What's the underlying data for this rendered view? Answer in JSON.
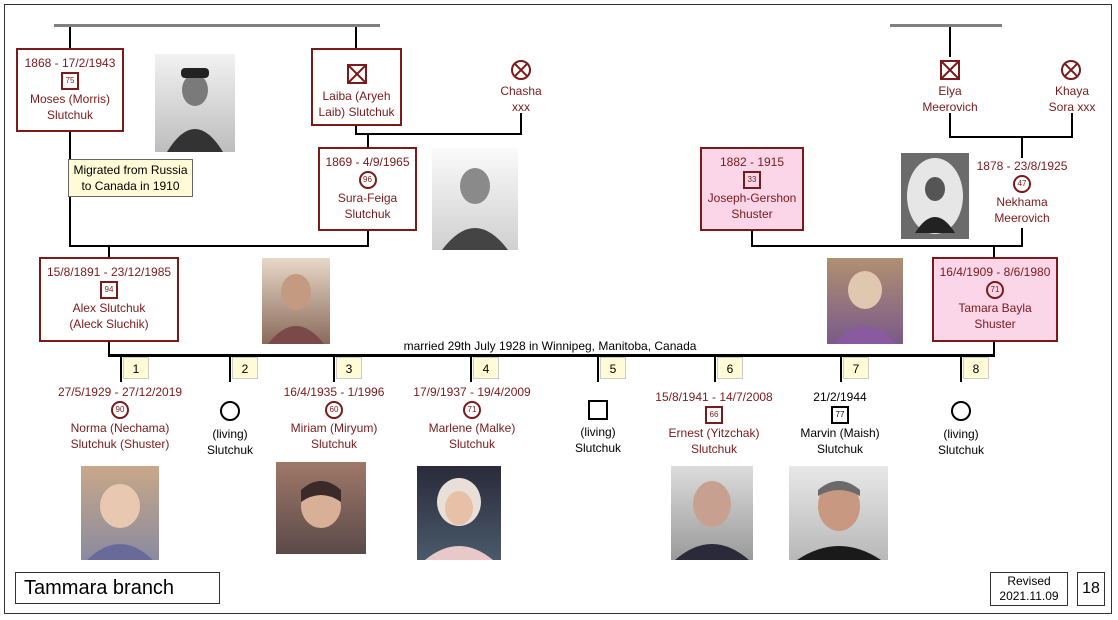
{
  "people": {
    "moses": {
      "dates": "1868 - 17/2/1943",
      "age": "75",
      "name1": "Moses (Morris)",
      "name2": "Slutchuk"
    },
    "laiba": {
      "name1": "Laiba (Aryeh",
      "name2": "Laib) Slutchuk"
    },
    "chasha": {
      "name1": "Chasha",
      "name2": "xxx"
    },
    "elya": {
      "name1": "Elya",
      "name2": "Meerovich"
    },
    "khaya": {
      "name1": "Khaya",
      "name2": "Sora xxx"
    },
    "sura": {
      "dates": "1869 - 4/9/1965",
      "age": "96",
      "name1": "Sura-Feiga",
      "name2": "Slutchuk"
    },
    "joseph": {
      "dates": "1882 - 1915",
      "age": "33",
      "name1": "Joseph-Gershon",
      "name2": "Shuster"
    },
    "nekhama": {
      "dates": "1878 - 23/8/1925",
      "age": "47",
      "name1": "Nekhama",
      "name2": "Meerovich"
    },
    "alex": {
      "dates": "15/8/1891 - 23/12/1985",
      "age": "94",
      "name1": "Alex Slutchuk",
      "name2": "(Aleck Sluchik)"
    },
    "tamara": {
      "dates": "16/4/1909 - 8/6/1980",
      "age": "71",
      "name1": "Tamara Bayla",
      "name2": "Shuster"
    },
    "norma": {
      "dates": "27/5/1929 - 27/12/2019",
      "age": "90",
      "name1": "Norma (Nechama)",
      "name2": "Slutchuk (Shuster)"
    },
    "child2": {
      "name1": "(living)",
      "name2": "Slutchuk"
    },
    "miriam": {
      "dates": "16/4/1935 - 1/1996",
      "age": "60",
      "name1": "Miriam (Miryum)",
      "name2": "Slutchuk"
    },
    "marlene": {
      "dates": "17/9/1937 - 19/4/2009",
      "age": "71",
      "name1": "Marlene (Malke)",
      "name2": "Slutchuk"
    },
    "child5": {
      "name1": "(living)",
      "name2": "Slutchuk"
    },
    "ernest": {
      "dates": "15/8/1941 - 14/7/2008",
      "age": "66",
      "name1": "Ernest (Yitzchak)",
      "name2": "Slutchuk"
    },
    "marvin": {
      "dates": "21/2/1944",
      "age": "77",
      "name1": "Marvin  (Maish)",
      "name2": "Slutchuk"
    },
    "child8": {
      "name1": "(living)",
      "name2": "Slutchuk"
    }
  },
  "migration_note": {
    "line1": "Migrated from Russia",
    "line2": "to Canada in 1910"
  },
  "marriage": "married 29th July 1928 in Winnipeg, Manitoba, Canada",
  "child_numbers": [
    "1",
    "2",
    "3",
    "4",
    "5",
    "6",
    "7",
    "8"
  ],
  "footer": {
    "branch_title": "Tammara branch",
    "revised_label": "Revised",
    "revised_date": "2021.11.09",
    "page_number": "18"
  },
  "photos": [
    "moses-photo",
    "sura-photo",
    "nekhama-photo",
    "alex-photo",
    "tamara-photo",
    "norma-photo",
    "miriam-photo",
    "marlene-photo",
    "ernest-photo",
    "marvin-photo"
  ],
  "colors": {
    "male_border": "#7b1a1a",
    "female_fill": "#fbd6e8",
    "note_fill": "#fffbd6",
    "line": "#000000",
    "top_bar": "#808080"
  }
}
